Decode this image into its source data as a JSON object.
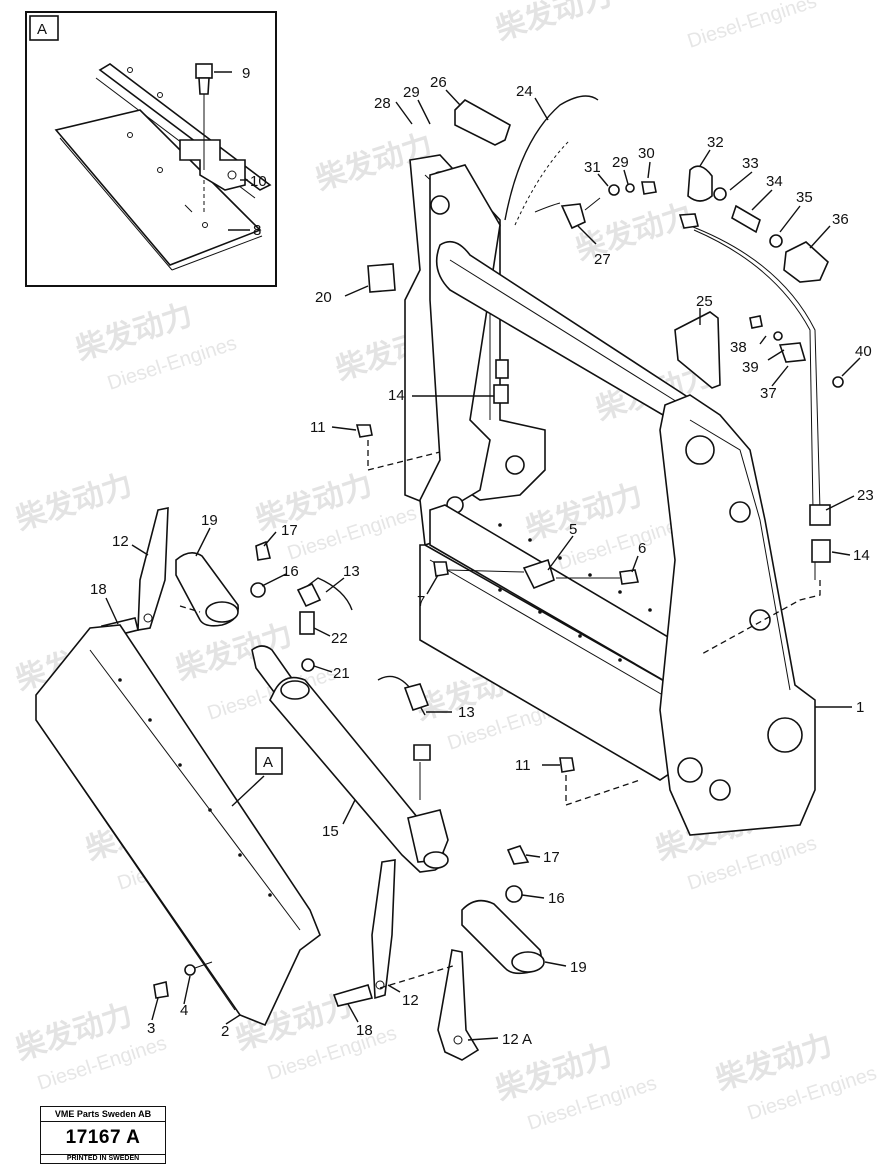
{
  "watermark": {
    "brand_cn": "柴发动力",
    "brand_en": "Diesel-Engines"
  },
  "detail": {
    "tag": "A"
  },
  "title_block": {
    "company": "VME Parts Sweden AB",
    "number": "17167 A",
    "printed": "PRINTED IN SWEDEN"
  },
  "callouts": [
    {
      "id": "c9",
      "text": "9"
    },
    {
      "id": "c10",
      "text": "10"
    },
    {
      "id": "c8",
      "text": "8"
    },
    {
      "id": "c28",
      "text": "28"
    },
    {
      "id": "c29a",
      "text": "29"
    },
    {
      "id": "c26",
      "text": "26"
    },
    {
      "id": "c24",
      "text": "24"
    },
    {
      "id": "c31",
      "text": "31"
    },
    {
      "id": "c29b",
      "text": "29"
    },
    {
      "id": "c30",
      "text": "30"
    },
    {
      "id": "c32",
      "text": "32"
    },
    {
      "id": "c33",
      "text": "33"
    },
    {
      "id": "c34",
      "text": "34"
    },
    {
      "id": "c35",
      "text": "35"
    },
    {
      "id": "c36",
      "text": "36"
    },
    {
      "id": "c27",
      "text": "27"
    },
    {
      "id": "c20",
      "text": "20"
    },
    {
      "id": "c25",
      "text": "25"
    },
    {
      "id": "c38",
      "text": "38"
    },
    {
      "id": "c39",
      "text": "39"
    },
    {
      "id": "c40",
      "text": "40"
    },
    {
      "id": "c37",
      "text": "37"
    },
    {
      "id": "c14a",
      "text": "14"
    },
    {
      "id": "c11a",
      "text": "11"
    },
    {
      "id": "c23",
      "text": "23"
    },
    {
      "id": "c14b",
      "text": "14"
    },
    {
      "id": "c12a",
      "text": "12"
    },
    {
      "id": "c19a",
      "text": "19"
    },
    {
      "id": "c17a",
      "text": "17"
    },
    {
      "id": "c16a",
      "text": "16"
    },
    {
      "id": "c13a",
      "text": "13"
    },
    {
      "id": "c18a",
      "text": "18"
    },
    {
      "id": "c22",
      "text": "22"
    },
    {
      "id": "c21",
      "text": "21"
    },
    {
      "id": "c5",
      "text": "5"
    },
    {
      "id": "c6",
      "text": "6"
    },
    {
      "id": "c7",
      "text": "7"
    },
    {
      "id": "c13b",
      "text": "13"
    },
    {
      "id": "c1",
      "text": "1"
    },
    {
      "id": "cA",
      "text": "A"
    },
    {
      "id": "c11b",
      "text": "11"
    },
    {
      "id": "c15",
      "text": "15"
    },
    {
      "id": "c17b",
      "text": "17"
    },
    {
      "id": "c16b",
      "text": "16"
    },
    {
      "id": "c19b",
      "text": "19"
    },
    {
      "id": "c3",
      "text": "3"
    },
    {
      "id": "c4",
      "text": "4"
    },
    {
      "id": "c2",
      "text": "2"
    },
    {
      "id": "c12b",
      "text": "12"
    },
    {
      "id": "c18b",
      "text": "18"
    },
    {
      "id": "c12A",
      "text": "12 A"
    }
  ]
}
